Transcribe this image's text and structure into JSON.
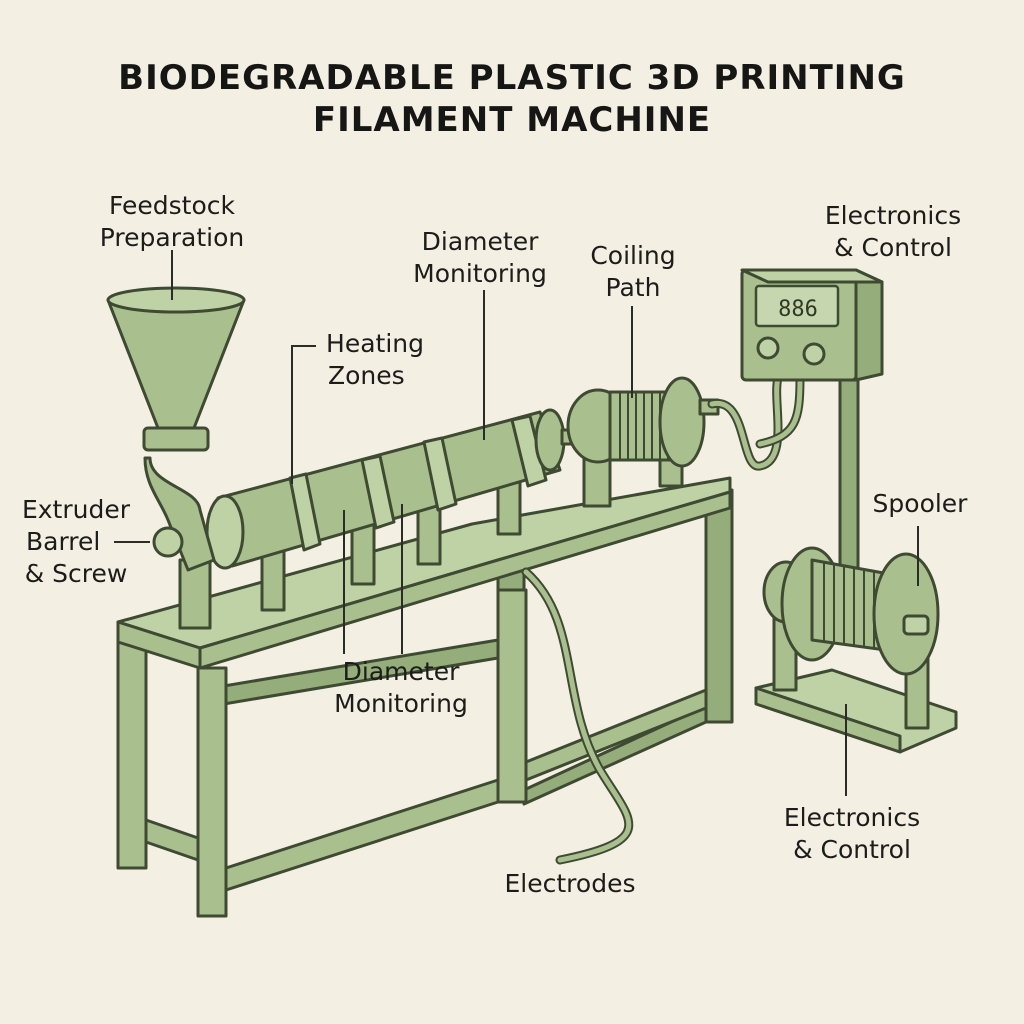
{
  "title": {
    "line1": "BIODEGRADABLE PLASTIC 3D PRINTING",
    "line2": "FILAMENT MACHINE"
  },
  "labels": {
    "feedstock": [
      "Feedstock",
      "Preparation"
    ],
    "extruder": [
      "Extruder",
      "Barrel",
      "& Screw"
    ],
    "heating": [
      "Heating",
      "Zones"
    ],
    "diameter_top": [
      "Diameter",
      "Monitoring"
    ],
    "diameter_bottom": [
      "Diameter",
      "Monitoring"
    ],
    "coiling": [
      "Coiling",
      "Path"
    ],
    "electronics_top": [
      "Electronics",
      "& Control"
    ],
    "electronics_bottom": [
      "Electronics",
      "& Control"
    ],
    "spooler": [
      "Spooler"
    ],
    "electrodes": [
      "Electrodes"
    ]
  },
  "display": {
    "readout": "886"
  },
  "colors": {
    "background": "#f4efe3",
    "machine_fill": "#a9c08e",
    "outline": "#3f4a33",
    "text": "#1c1c1a"
  }
}
